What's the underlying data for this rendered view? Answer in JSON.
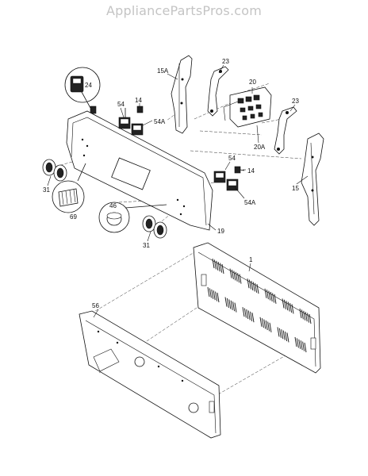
{
  "watermark": "AppliancePartsPros.com",
  "labels": {
    "l24": "24",
    "l54_a": "54",
    "l14_a": "14",
    "l54A_a": "54A",
    "l15A": "15A",
    "l23_a": "23",
    "l20": "20",
    "l23_b": "23",
    "l20A": "20A",
    "l54_b": "54",
    "l14_b": "14",
    "l54A_b": "54A",
    "l15": "15",
    "l31_a": "31",
    "l69": "69",
    "l46": "46",
    "l31_b": "31",
    "l19": "19",
    "l1": "1",
    "l56": "56"
  }
}
